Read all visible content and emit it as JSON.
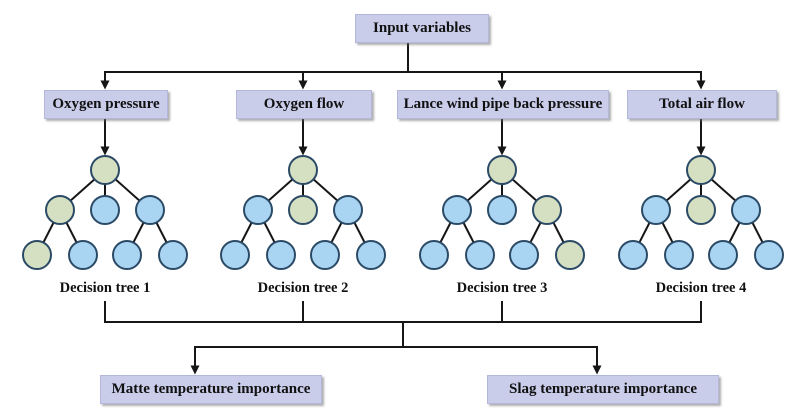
{
  "colors": {
    "box_fill": "#c9cdea",
    "box_border": "#b2b7db",
    "line": "#161616",
    "node_border": "#2b4a66",
    "node_fills": {
      "green": "#d5dfc2",
      "blue": "#a9d5f3"
    }
  },
  "diagram": {
    "root_label": "Input variables",
    "branches": [
      {
        "label": "Oxygen pressure"
      },
      {
        "label": "Oxygen flow"
      },
      {
        "label": "Lance wind pipe back pressure"
      },
      {
        "label": "Total air flow"
      }
    ],
    "outputs": [
      {
        "label": "Matte temperature importance"
      },
      {
        "label": "Slag temperature importance"
      }
    ]
  },
  "trees": {
    "structure": {
      "edges": [
        [
          0,
          1
        ],
        [
          0,
          2
        ],
        [
          0,
          3
        ],
        [
          1,
          4
        ],
        [
          1,
          5
        ],
        [
          3,
          6
        ],
        [
          3,
          7
        ]
      ]
    },
    "items": [
      {
        "label": "Decision tree 1",
        "root": "green",
        "middle": [
          "green",
          "blue",
          "blue"
        ],
        "leaves": [
          "green",
          "blue",
          "blue",
          "blue"
        ]
      },
      {
        "label": "Decision tree 2",
        "root": "green",
        "middle": [
          "blue",
          "green",
          "blue"
        ],
        "leaves": [
          "blue",
          "blue",
          "blue",
          "blue"
        ]
      },
      {
        "label": "Decision tree 3",
        "root": "green",
        "middle": [
          "blue",
          "blue",
          "green"
        ],
        "leaves": [
          "blue",
          "blue",
          "blue",
          "green"
        ]
      },
      {
        "label": "Decision tree 4",
        "root": "green",
        "middle": [
          "blue",
          "green",
          "blue"
        ],
        "leaves": [
          "blue",
          "blue",
          "blue",
          "blue"
        ]
      }
    ]
  }
}
